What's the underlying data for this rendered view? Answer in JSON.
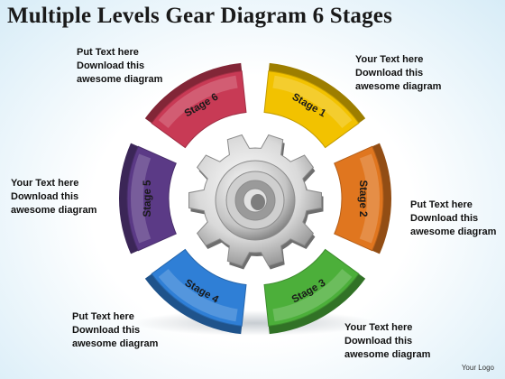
{
  "title": "Multiple Levels Gear Diagram 6 Stages",
  "stages": [
    {
      "label": "Stage 1",
      "color": "#f2c200"
    },
    {
      "label": "Stage 2",
      "color": "#e0761f"
    },
    {
      "label": "Stage 3",
      "color": "#4caf3a"
    },
    {
      "label": "Stage 4",
      "color": "#2f7fd6"
    },
    {
      "label": "Stage 5",
      "color": "#5b3a86"
    },
    {
      "label": "Stage 6",
      "color": "#c83a55"
    }
  ],
  "notes": {
    "top_left": [
      "Put Text  here",
      "Download  this",
      "awesome diagram"
    ],
    "top_right": [
      "Your Text here",
      "Download  this",
      "awesome diagram"
    ],
    "middle_left": [
      "Your Text here",
      "Download  this",
      "awesome diagram"
    ],
    "middle_right": [
      "Put Text  here",
      "Download  this",
      "awesome diagram"
    ],
    "bottom_left": [
      "Put Text  here",
      "Download  this",
      "awesome diagram"
    ],
    "bottom_right": [
      "Your Text here",
      "Download  this",
      "awesome diagram"
    ]
  },
  "logo": "Your Logo",
  "gear_icon": "gear-icon"
}
